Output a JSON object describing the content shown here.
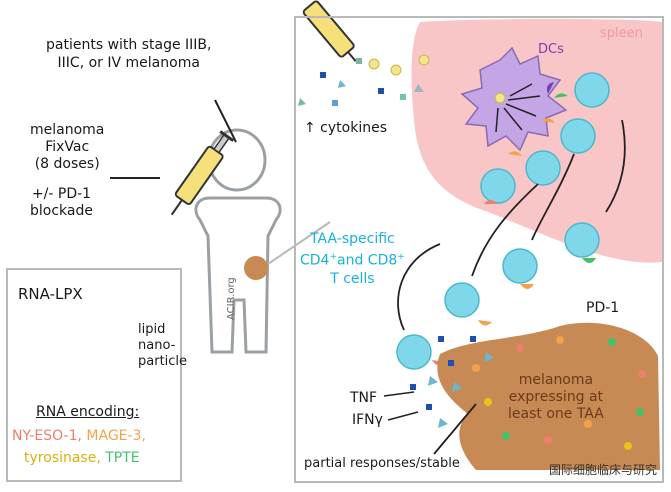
{
  "patients_label": [
    "patients with stage IIIB,",
    "IIIC, or IV melanoma"
  ],
  "vaccine_label": [
    "melanoma",
    "FixVac",
    "(8 doses)"
  ],
  "blockade_label": [
    "+/-  PD-1",
    "blockade"
  ],
  "rna_lpx_title": "RNA-LPX",
  "lipid_label": [
    "lipid",
    "nano-",
    "particle"
  ],
  "rna_encoding_label": "RNA encoding:",
  "antigens": [
    {
      "text": "NY-ESO-1,",
      "color": "#f07e6e"
    },
    {
      "text": "MAGE-3,",
      "color": "#f4a24a"
    },
    {
      "text": "tyrosinase,",
      "color": "#e8c21a"
    },
    {
      "text": "TPTE",
      "color": "#43c26b"
    }
  ],
  "acir_label": "ACIR.org",
  "cytokines_label": "↑ cytokines",
  "spleen_label": "spleen",
  "dcs_label": "DCs",
  "taa_label": [
    "TAA-specific",
    "CD4",
    "+",
    "and CD8",
    "+",
    "T cells"
  ],
  "pd1_label": "PD-1",
  "tnf_label": "TNF",
  "ifn_label": "IFNγ",
  "tumor_label": [
    "melanoma",
    "expressing at",
    "least one TAA"
  ],
  "response_label": "partial responses/stable",
  "watermark": "国际细胞临床与研究",
  "colors": {
    "spleen": "#f9c6c8",
    "dc": "#c4a6e6",
    "tcell": "#7fd8ea",
    "tumor": "#c78a55",
    "cyan_text": "#17b3d6",
    "frame": "#b9b9b9"
  }
}
